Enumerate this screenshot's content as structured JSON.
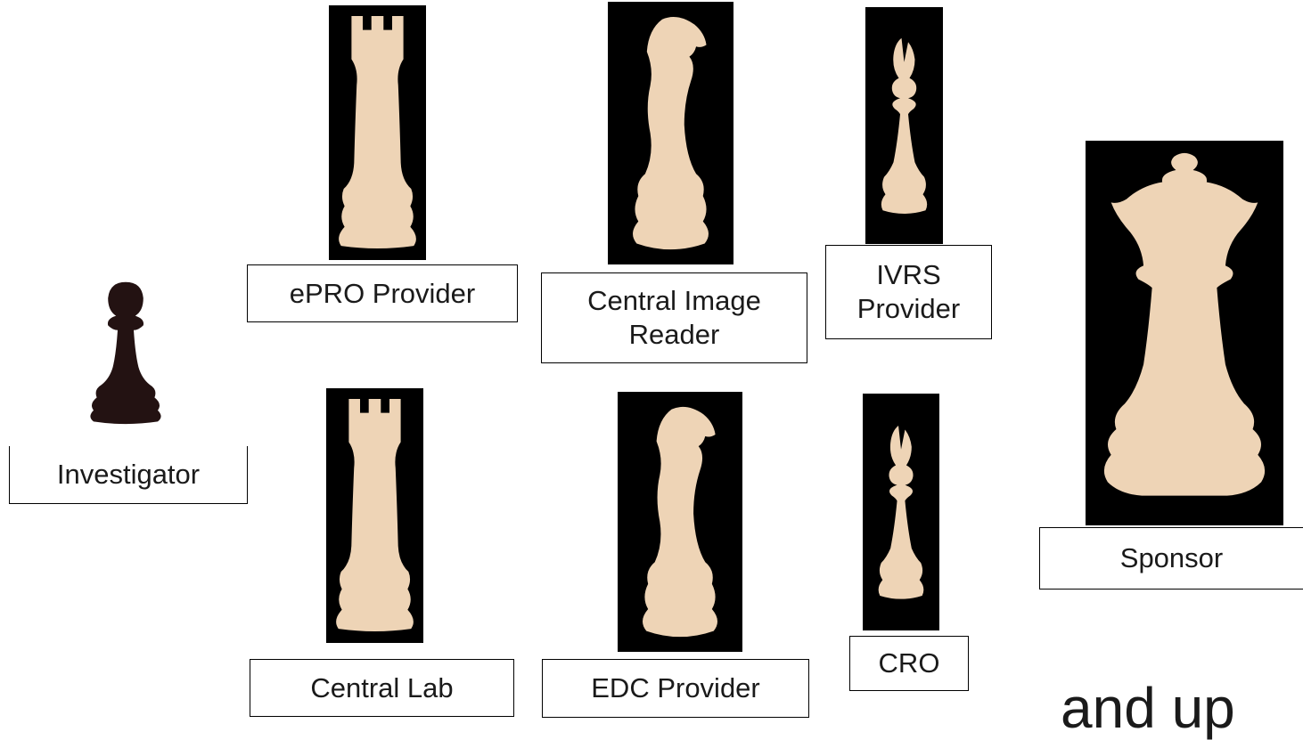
{
  "colors": {
    "tile_background": "#000000",
    "light_piece": "#eed4b6",
    "dark_piece": "#231212",
    "box_border": "#000000",
    "text": "#1a1a1a"
  },
  "pieces": [
    {
      "role": "investigator",
      "piece": "pawn",
      "color": "dark",
      "label": "Investigator"
    },
    {
      "role": "epro-provider",
      "piece": "rook",
      "color": "light",
      "label": "ePRO Provider"
    },
    {
      "role": "central-lab",
      "piece": "rook",
      "color": "light",
      "label": "Central Lab"
    },
    {
      "role": "central-image-reader",
      "piece": "knight",
      "color": "light",
      "label": "Central Image\nReader"
    },
    {
      "role": "edc-provider",
      "piece": "knight",
      "color": "light",
      "label": "EDC Provider"
    },
    {
      "role": "ivrs-provider",
      "piece": "bishop",
      "color": "light",
      "label": "IVRS\nProvider"
    },
    {
      "role": "cro",
      "piece": "bishop",
      "color": "light",
      "label": "CRO"
    },
    {
      "role": "sponsor",
      "piece": "queen",
      "color": "light",
      "label": "Sponsor"
    }
  ],
  "caption": "and up"
}
